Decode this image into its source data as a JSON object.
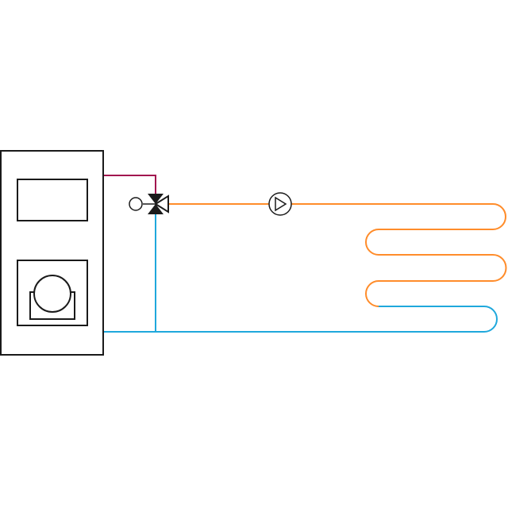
{
  "diagram": {
    "type": "underfloor-heating-mixing-circuit-schematic",
    "components": [
      {
        "name": "boiler-unit",
        "icon": "boiler-icon"
      },
      {
        "name": "control-panel",
        "icon": "display-panel-icon"
      },
      {
        "name": "burner-compartment",
        "icon": "burner-icon"
      },
      {
        "name": "three-way-mixing-valve",
        "icon": "three-way-valve-icon"
      },
      {
        "name": "valve-actuator",
        "icon": "actuator-icon"
      },
      {
        "name": "circulation-pump",
        "icon": "pump-icon"
      },
      {
        "name": "heating-coil",
        "icon": "floor-heating-loop-icon"
      }
    ]
  },
  "colors": {
    "outline": "#1a1a1a",
    "hot_supply": "#ff8c2a",
    "cold_return": "#1fa8dc",
    "boiler_flow": "#a2164f"
  }
}
